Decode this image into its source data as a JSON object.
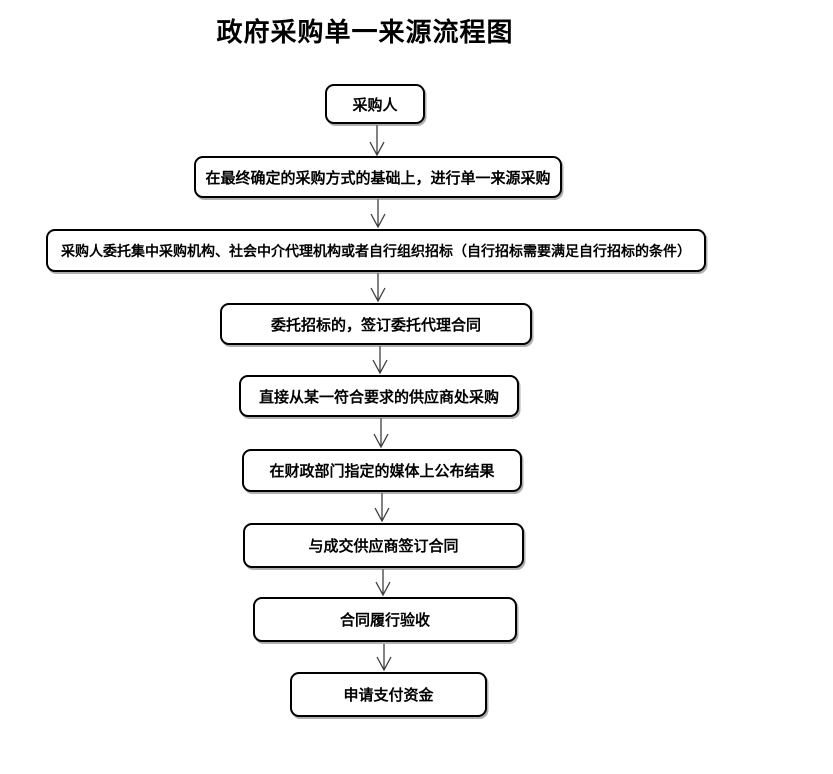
{
  "title": "政府采购单一来源流程图",
  "flow": {
    "nodes": [
      {
        "label": "采购人"
      },
      {
        "label": "在最终确定的采购方式的基础上，进行单一来源采购"
      },
      {
        "label": "采购人委托集中采购机构、社会中介代理机构或者自行组织招标（自行招标需要满足自行招标的条件）"
      },
      {
        "label": "委托招标的，签订委托代理合同"
      },
      {
        "label": "直接从某一符合要求的供应商处采购"
      },
      {
        "label": "在财政部门指定的媒体上公布结果"
      },
      {
        "label": "与成交供应商签订合同"
      },
      {
        "label": "合同履行验收"
      },
      {
        "label": "申请支付资金"
      }
    ],
    "colors": {
      "box_fill": "#ffffff",
      "box_border": "#000000",
      "arrow": "#3f3f3f",
      "text": "#000000",
      "background": "#ffffff"
    }
  }
}
